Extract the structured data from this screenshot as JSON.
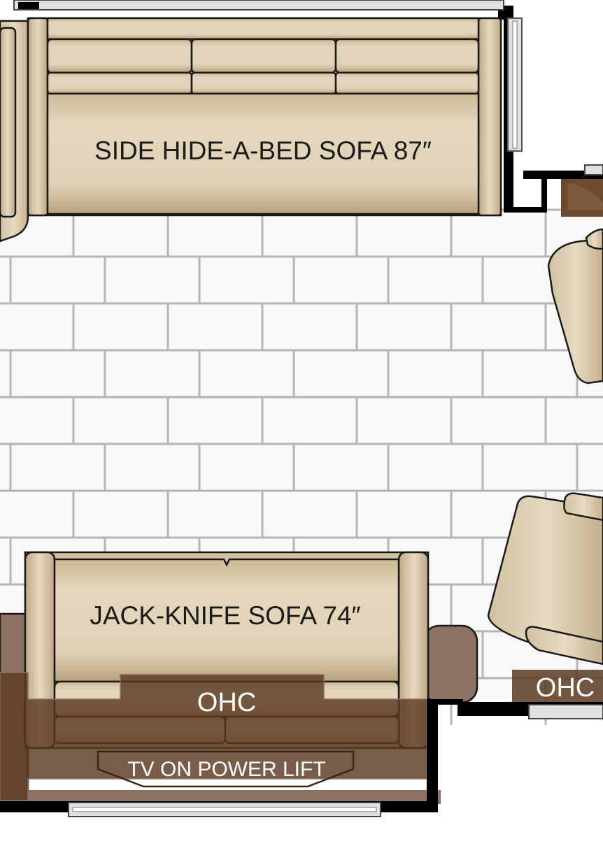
{
  "labels": {
    "side_sofa": "SIDE HIDE-A-BED SOFA 87″",
    "jack_knife_sofa": "JACK-KNIFE SOFA 74″",
    "ohc_left": "OHC",
    "ohc_right": "OHC",
    "tv_lift": "TV ON POWER LIFT"
  },
  "colors": {
    "floor_tile": "#f7f8f7",
    "tile_grout": "#b5b5b5",
    "sofa_fabric": "#dccfb4",
    "sofa_shadow": "#c3ad8a",
    "outline": "#1a1a1a",
    "overhead_cabinet": "#5a3a22",
    "cabinet_trim": "#8c7261",
    "wall": "#000000",
    "window": "#d9d9d9"
  }
}
